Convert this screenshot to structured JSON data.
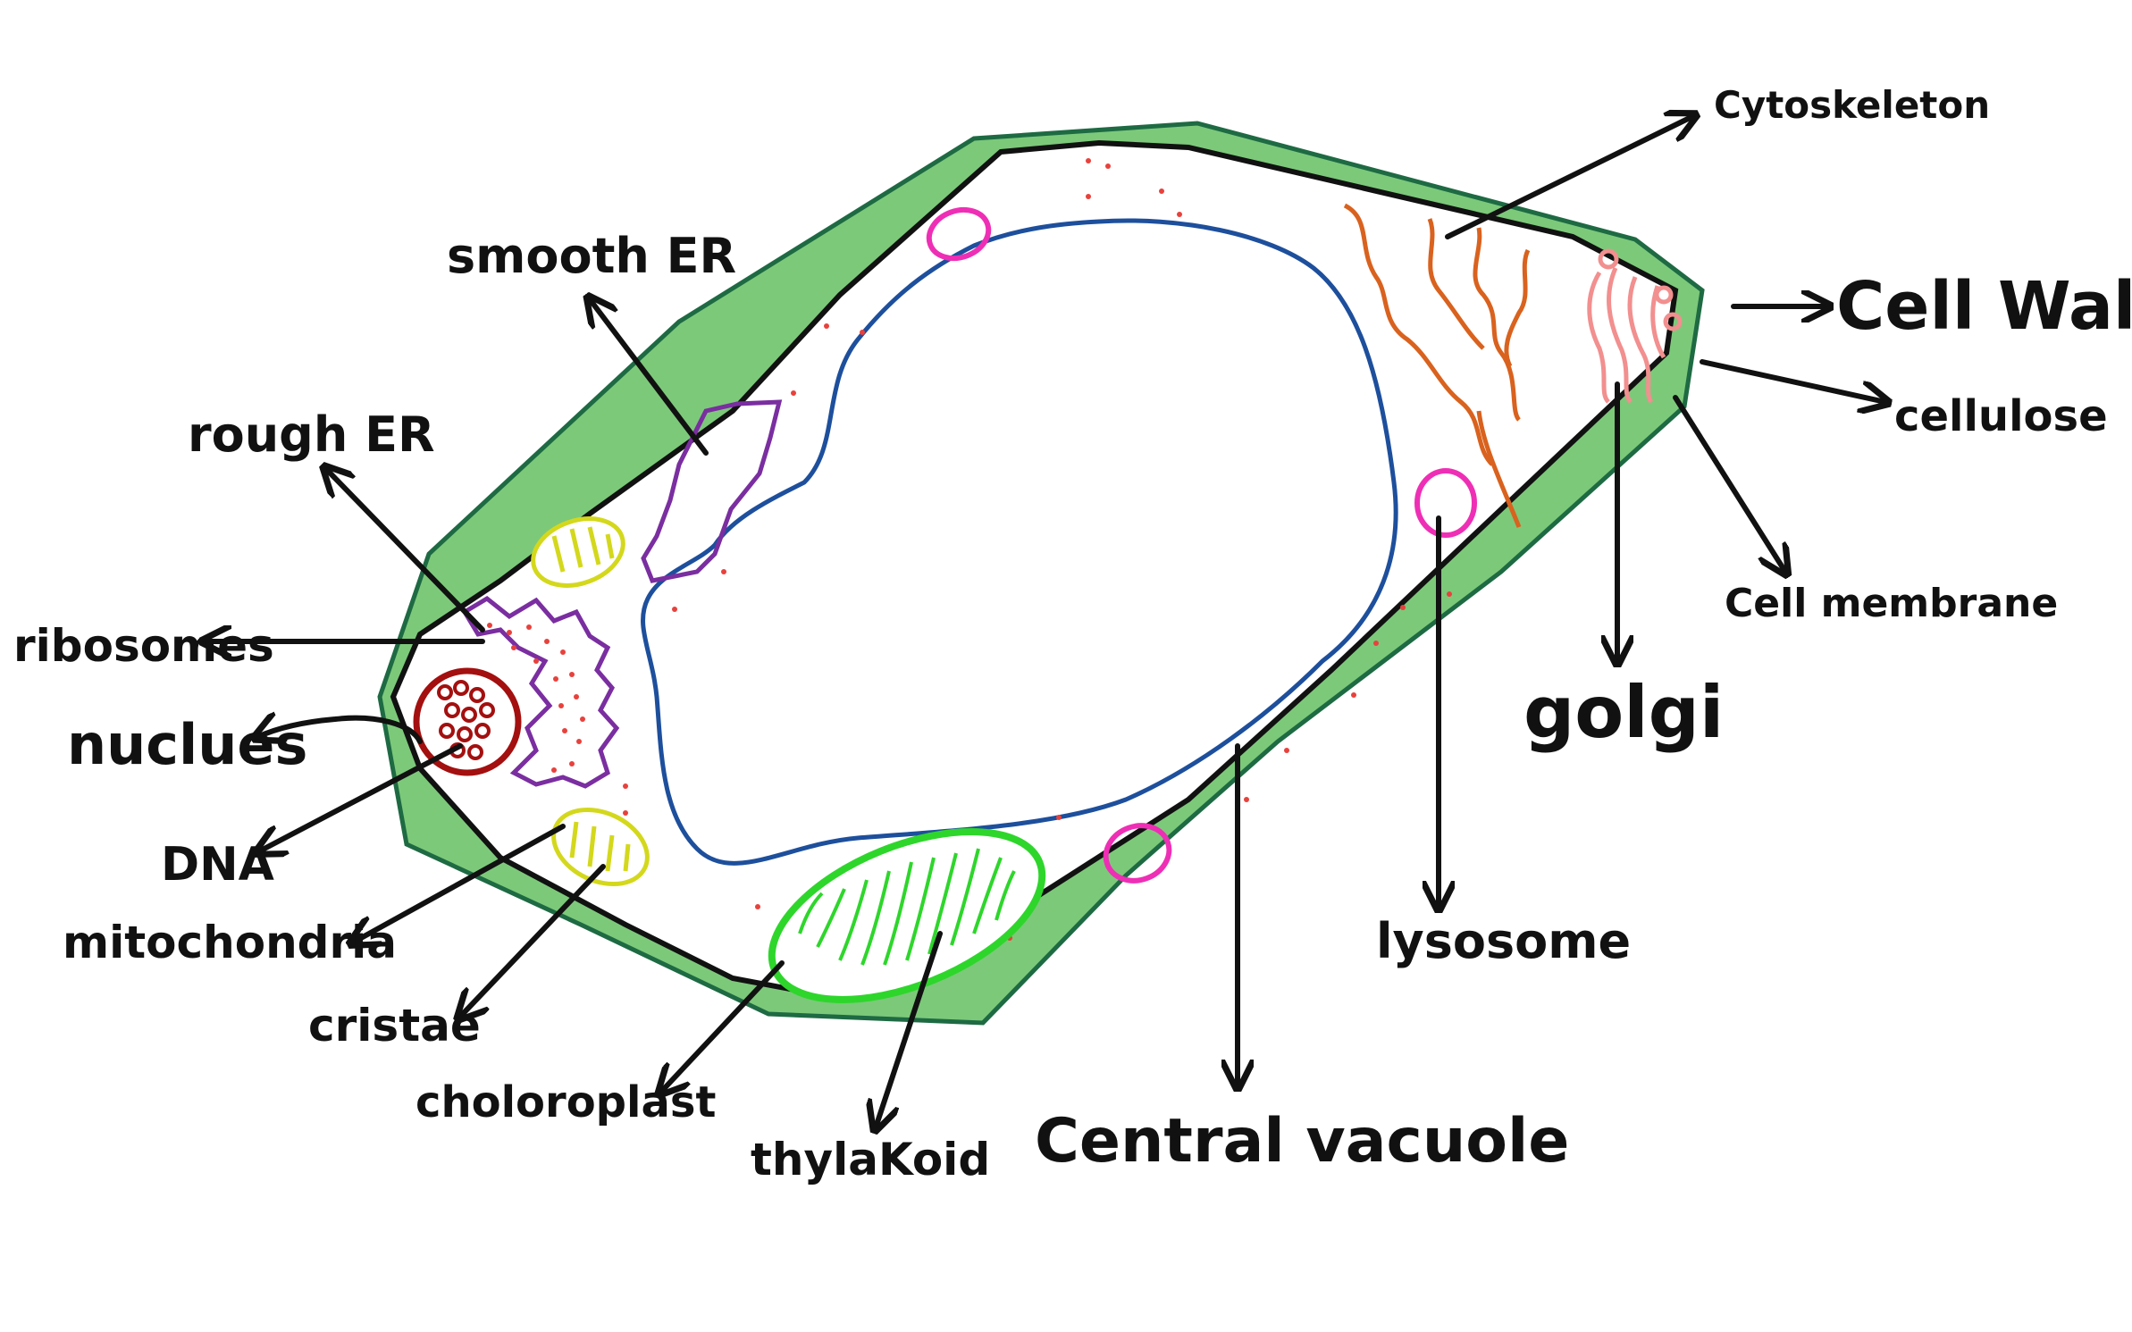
{
  "colors": {
    "cell_wall": "#7cc97a",
    "cell_wall_outline": "#1e6a43",
    "membrane": "#111111",
    "vacuole": "#1d4f9c",
    "rough_er": "#7a2ea0",
    "smooth_er": "#7a2ea0",
    "nucleus": "#a3100f",
    "ribosome": "#e8413c",
    "mitochondria": "#d4d81c",
    "chloroplast": "#2ed62b",
    "lysosome": "#ee2fb5",
    "golgi": "#f28f8f",
    "cytoskeleton": "#d9621e"
  },
  "labels": {
    "cytoskeleton": "Cytoskeleton",
    "cell_wall": "Cell Wall",
    "cellulose": "cellulose",
    "cell_membrane": "Cell membrane",
    "golgi": "golgi",
    "lysosome": "lysosome",
    "central_vacuole": "Central vacuole",
    "thylakoid": "thylaKoid",
    "chloroplast": "choloroplast",
    "cristae": "cristae",
    "mitochondria": "mitochondria",
    "dna": "DNA",
    "nucleus": "nuclues",
    "ribosomes": "ribosomes",
    "rough_er": "rough ER",
    "smooth_er": "smooth ER"
  }
}
